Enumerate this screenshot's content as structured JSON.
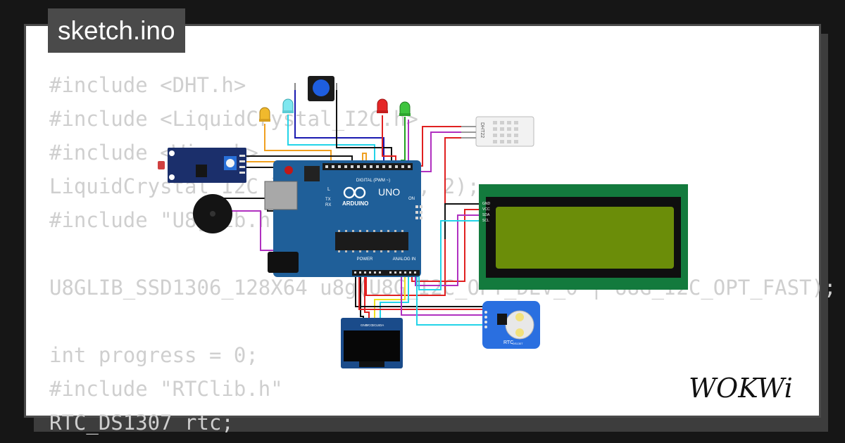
{
  "tab": {
    "title": "sketch.ino"
  },
  "code_lines": [
    "#include <DHT.h>",
    "#include <LiquidCrystal_I2C.h>",
    "#include <Wire.h>",
    "LiquidCrystal_I2C lcd(0x27, 16, 2);",
    "#include \"U8glib.h\"",
    "",
    "U8GLIB_SSD1306_128X64 u8g(U8G_I2C_OPT_DEV_0 | U8G_I2C_OPT_FAST);",
    "",
    "int progress = 0;",
    "#include \"RTClib.h\"",
    "RTC_DS1307 rtc;"
  ],
  "board": {
    "brand": "ARDUINO",
    "model": "UNO",
    "digital_label": "DIGITAL (PWM ~)",
    "analog_label": "ANALOG IN",
    "power_label": "POWER",
    "on_label": "ON",
    "tx_label": "TX",
    "rx_label": "RX",
    "l_label": "L"
  },
  "sensor": {
    "label": "DHT22"
  },
  "lcd": {
    "pins": [
      "GND",
      "VCC",
      "SDA",
      "SCL"
    ]
  },
  "oled": {
    "pins": [
      "GND",
      "VCC",
      "SCL",
      "SDA"
    ]
  },
  "rtc": {
    "label": "RTC",
    "chip": "DS1307"
  },
  "logo": {
    "text": "WOKWi"
  },
  "colors": {
    "board": "#1f5f99",
    "lcd_pcb": "#137a3d",
    "lcd_screen": "#6b8d09",
    "button": "#1e5ee0",
    "led_yellow": "#f0b92d",
    "led_cyan": "#7fe7ef",
    "led_red": "#e52727",
    "led_green": "#3ec43e"
  }
}
